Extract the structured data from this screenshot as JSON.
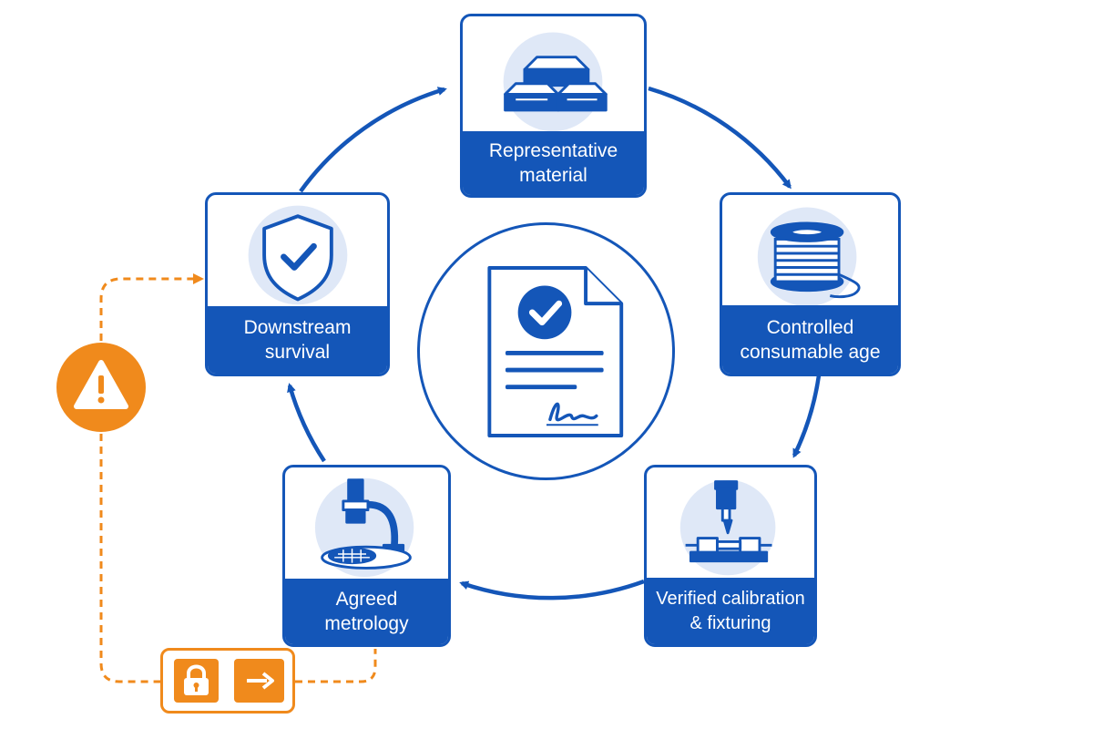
{
  "diagram": {
    "steps": [
      {
        "id": "material",
        "icon": "metal-ingots-icon",
        "label_lines": [
          "Representative",
          "material"
        ]
      },
      {
        "id": "consumable",
        "icon": "wire-spool-icon",
        "label_lines": [
          "Controlled",
          "consumable age"
        ]
      },
      {
        "id": "calibration",
        "icon": "milling-fixture-icon",
        "label_lines": [
          "Verified calibration",
          "& fixturing"
        ]
      },
      {
        "id": "metrology",
        "icon": "microscope-icon",
        "label_lines": [
          "Agreed",
          "metrology"
        ]
      },
      {
        "id": "downstream",
        "icon": "shield-check-icon",
        "label_lines": [
          "Downstream",
          "survival"
        ]
      }
    ],
    "center": {
      "icon": "signed-certificate-icon"
    },
    "gate": {
      "warning_icon": "warning-icon",
      "lock_icon": "padlock-icon",
      "arrow_icon": "arrow-right-icon"
    },
    "colors": {
      "primary": "#1456b8",
      "icon_background": "#dfe8f7",
      "warning": "#f08a1c",
      "background": "#ffffff"
    }
  }
}
